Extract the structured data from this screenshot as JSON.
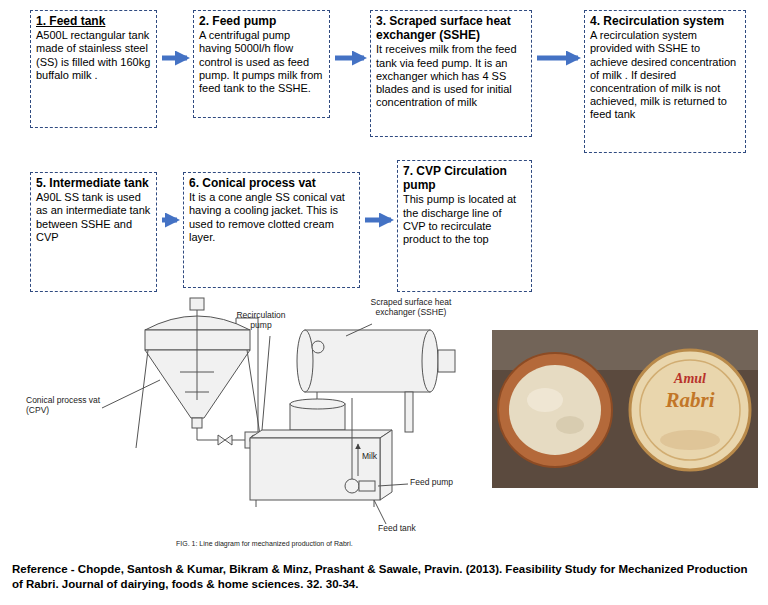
{
  "diagram": {
    "caption": "Reference - Chopde, Santosh & Kumar, Bikram & Minz, Prashant & Sawale, Pravin. (2013). Feasibility Study for Mechanized Production of Rabri. Journal of dairying, foods & home sciences. 32. 30-34.",
    "nodes": [
      {
        "text": [
          "1. Feed tank",
          "A500L rectangular tank made of stainless steel (SS) is filled with 160kg buffalo milk ."
        ]
      },
      {
        "text": [
          "2. Feed pump",
          "A centrifugal pump having 5000l/h flow control is used as feed pump. It pumps milk from feed tank to the SSHE."
        ]
      },
      {
        "text": [
          "3. Scraped surface heat exchanger (SSHE)",
          "It receives milk from the feed tank via feed pump. It is an exchanger which has 4 SS blades and is used for initial concentration of milk"
        ]
      },
      {
        "text": [
          "4. Recirculation system",
          "A recirculation system provided with SSHE to achieve desired concentration of milk . If desired concentration of milk is not achieved, milk is returned to feed tank"
        ]
      },
      {
        "text": [
          "5. Intermediate tank",
          "A90L SS tank is used as an intermediate tank between SSHE and CVP"
        ]
      },
      {
        "text": [
          "6. Conical process vat",
          "It is a cone angle SS conical vat having a cooling jacket. This is used to remove clotted cream layer."
        ]
      },
      {
        "text": [
          "7. CVP Circulation pump",
          "This pump is located at the discharge line of CVP to recirculate product to the top"
        ]
      }
    ],
    "edges": [
      {
        "from": 0,
        "to": 1,
        "arrow": "to"
      },
      {
        "from": 1,
        "to": 2,
        "arrow": "to"
      },
      {
        "from": 2,
        "to": 3,
        "arrow": "to"
      },
      {
        "from": 4,
        "to": 5,
        "arrow": "to"
      },
      {
        "from": 5,
        "to": 6,
        "arrow": "to"
      }
    ],
    "labels": [
      "Recirculation pump",
      "Scraped surface heat exchanger (SSHE)",
      "Conical process vat (CPV)",
      "Milk",
      "Feed pump",
      "Feed tank",
      "FIG. 1: Line diagram for mechanized production of Rabri.",
      "Amul",
      "Rabri"
    ]
  }
}
